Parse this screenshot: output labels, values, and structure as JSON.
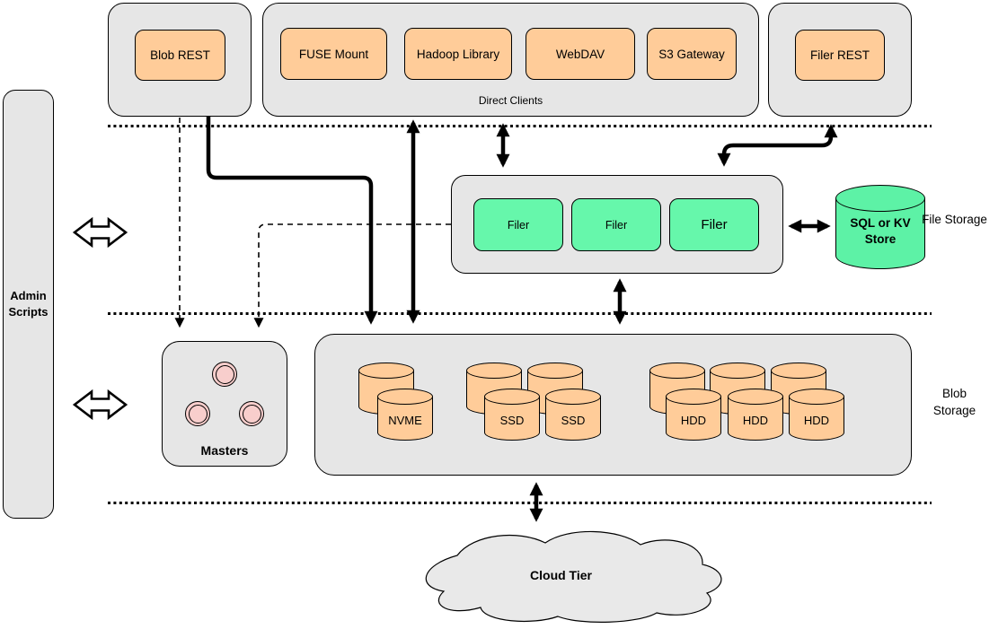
{
  "colors": {
    "container_fill": "#e6e6e6",
    "client_fill": "#ffcc99",
    "filer_fill": "#66f7ab",
    "store_fill": "#5df2a6",
    "masters_node_fill": "#f8cecc",
    "stroke": "#000000"
  },
  "admin_scripts": {
    "label": "Admin Scripts"
  },
  "clients": {
    "blob_rest": {
      "label": "Blob REST"
    },
    "direct_clients": {
      "label": "Direct Clients",
      "items": [
        {
          "label": "FUSE Mount"
        },
        {
          "label": "Hadoop Library"
        },
        {
          "label": "WebDAV"
        },
        {
          "label": "S3 Gateway"
        }
      ]
    },
    "filer_rest": {
      "label": "Filer REST"
    }
  },
  "file_storage": {
    "section_label": "File Storage",
    "filers": [
      {
        "label": "Filer"
      },
      {
        "label": "Filer"
      },
      {
        "label": "Filer"
      }
    ],
    "metadata_store": {
      "label": "SQL or KV Store"
    }
  },
  "blob_storage": {
    "section_label": "Blob Storage",
    "masters": {
      "label": "Masters"
    },
    "volumes": {
      "nvme": {
        "label": "NVME"
      },
      "ssd": [
        {
          "label": "SSD"
        },
        {
          "label": "SSD"
        }
      ],
      "hdd": [
        {
          "label": "HDD"
        },
        {
          "label": "HDD"
        },
        {
          "label": "HDD"
        }
      ]
    }
  },
  "cloud_tier": {
    "label": "Cloud Tier"
  }
}
